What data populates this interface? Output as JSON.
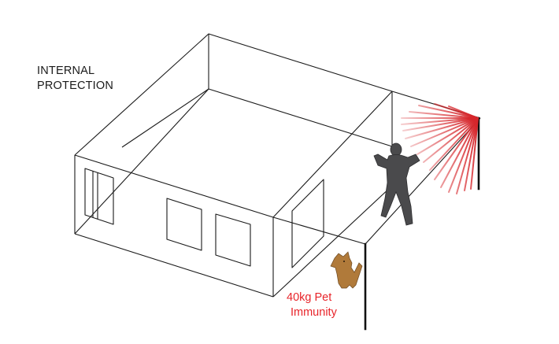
{
  "diagram": {
    "title_line1": "INTERNAL",
    "title_line2": "PROTECTION",
    "pet_label_line1": "40kg Pet",
    "pet_label_line2": "Immunity"
  },
  "colors": {
    "outline": "#1a1a1a",
    "beam": "#d6262b",
    "person": "#4a4a4c",
    "dog": "#b07a3a",
    "label_red": "#e8242a"
  },
  "icons": [
    "motion-sensor-icon",
    "intruder-silhouette-icon",
    "dog-icon"
  ]
}
